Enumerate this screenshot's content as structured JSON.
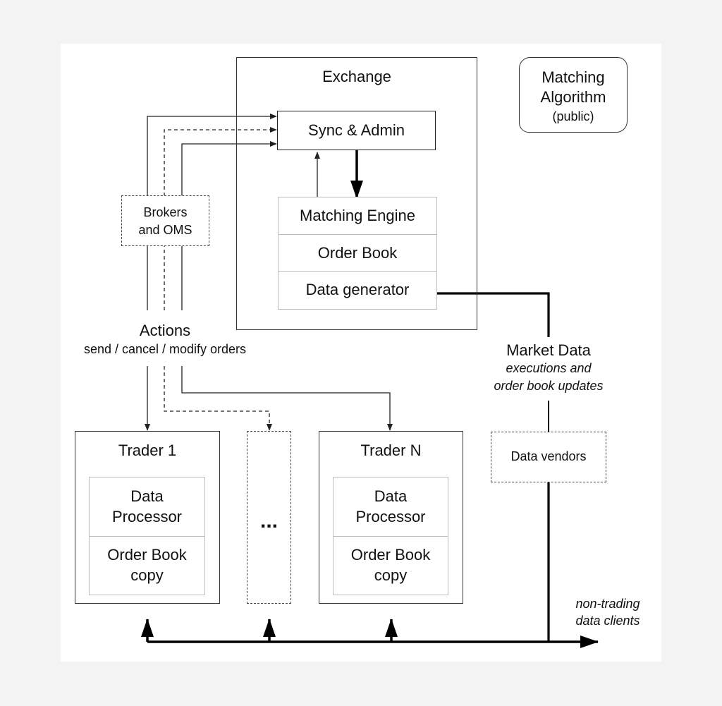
{
  "exchange": {
    "title": "Exchange",
    "sync_admin": "Sync & Admin",
    "engine_cells": [
      "Matching Engine",
      "Order Book",
      "Data generator"
    ]
  },
  "matching_algorithm": {
    "line1": "Matching",
    "line2": "Algorithm",
    "line3": "(public)"
  },
  "brokers": {
    "line1": "Brokers",
    "line2": "and OMS"
  },
  "actions": {
    "title": "Actions",
    "subtitle": "send / cancel / modify orders"
  },
  "market_data": {
    "title": "Market Data",
    "line1": "executions and",
    "line2": "order book updates"
  },
  "data_vendors": "Data vendors",
  "traders": [
    {
      "title": "Trader 1",
      "processor_line1": "Data",
      "processor_line2": "Processor",
      "book_line1": "Order Book",
      "book_line2": "copy"
    },
    {
      "title": "Trader N",
      "processor_line1": "Data",
      "processor_line2": "Processor",
      "book_line1": "Order Book",
      "book_line2": "copy"
    }
  ],
  "ellipsis": "...",
  "non_trading": {
    "line1": "non-trading",
    "line2": "data clients"
  }
}
